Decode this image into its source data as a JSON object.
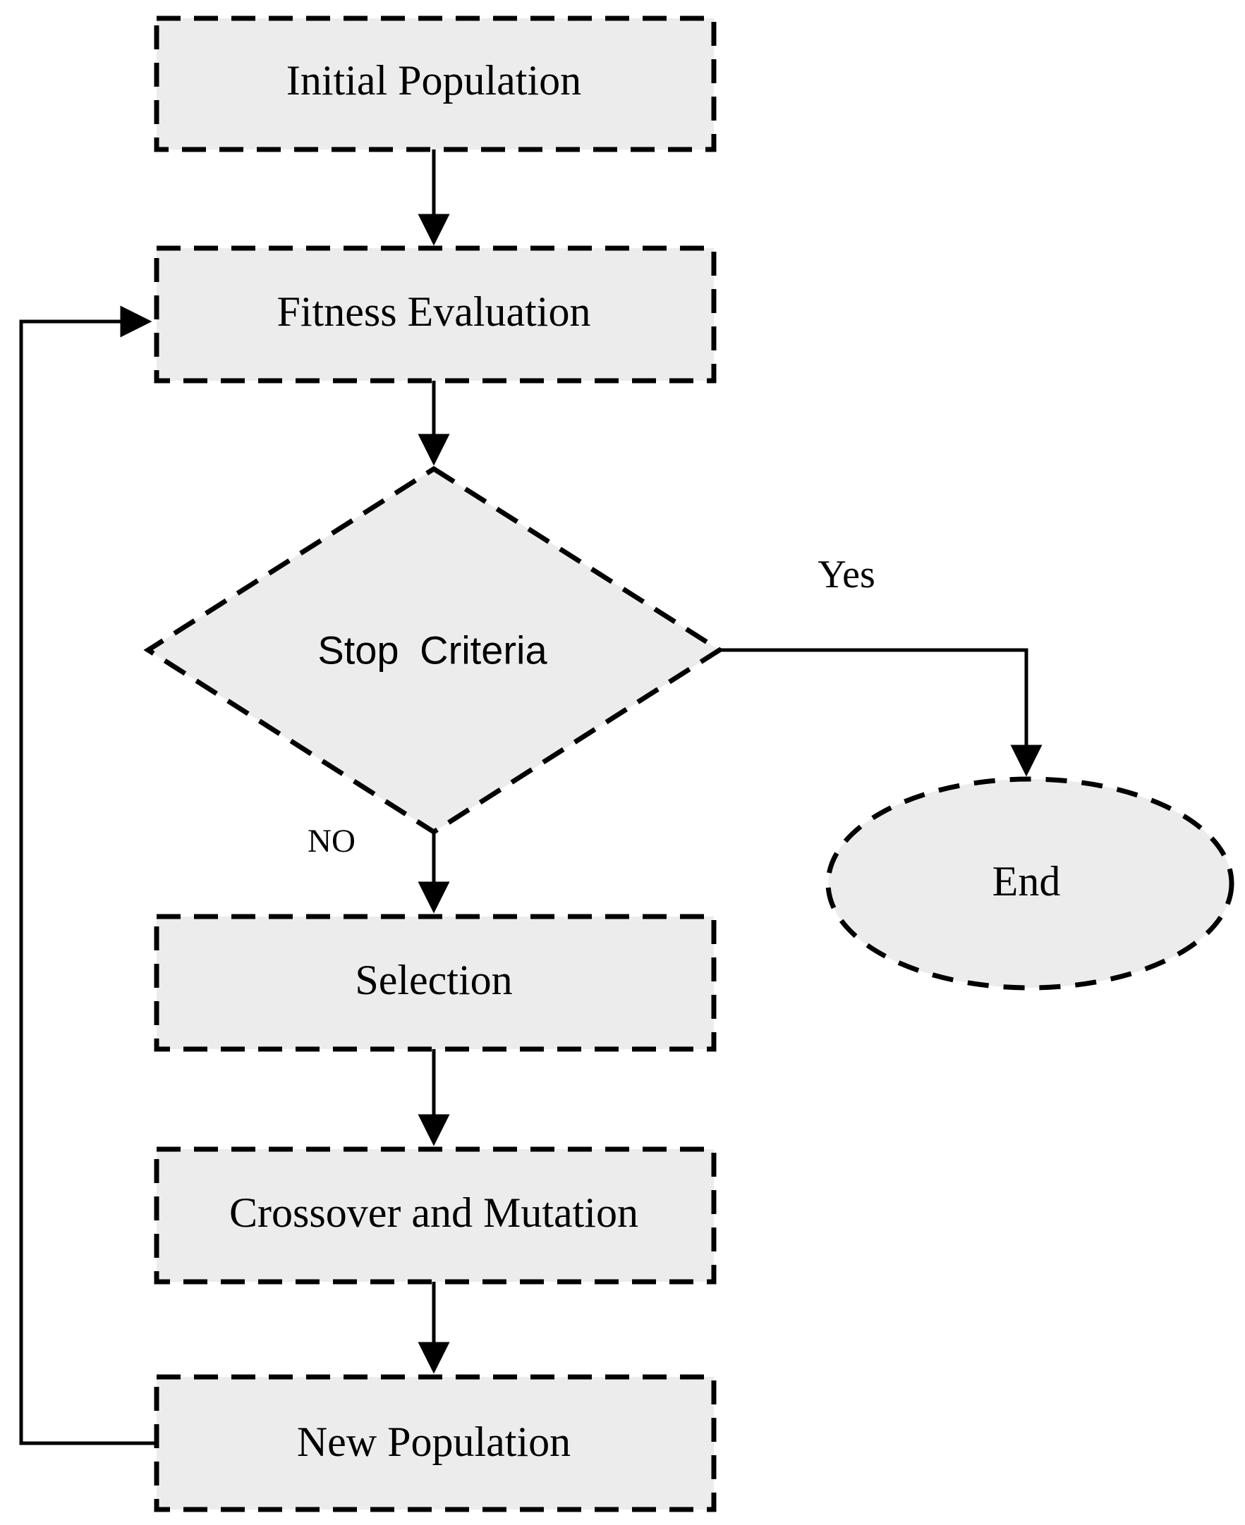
{
  "flowchart": {
    "colors": {
      "node_fill": "#ececec",
      "stroke": "#000000",
      "background": "#ffffff"
    },
    "nodes": {
      "initial_population": {
        "label": "Initial Population",
        "type": "process"
      },
      "fitness_evaluation": {
        "label": "Fitness Evaluation",
        "type": "process"
      },
      "stop_criteria": {
        "label": "Stop Criteria",
        "type": "decision"
      },
      "selection": {
        "label": "Selection",
        "type": "process"
      },
      "crossover_mutation": {
        "label": "Crossover and Mutation",
        "type": "process"
      },
      "new_population": {
        "label": "New Population",
        "type": "process"
      },
      "end": {
        "label": "End",
        "type": "terminator"
      }
    },
    "edge_labels": {
      "yes": "Yes",
      "no": "NO"
    }
  }
}
